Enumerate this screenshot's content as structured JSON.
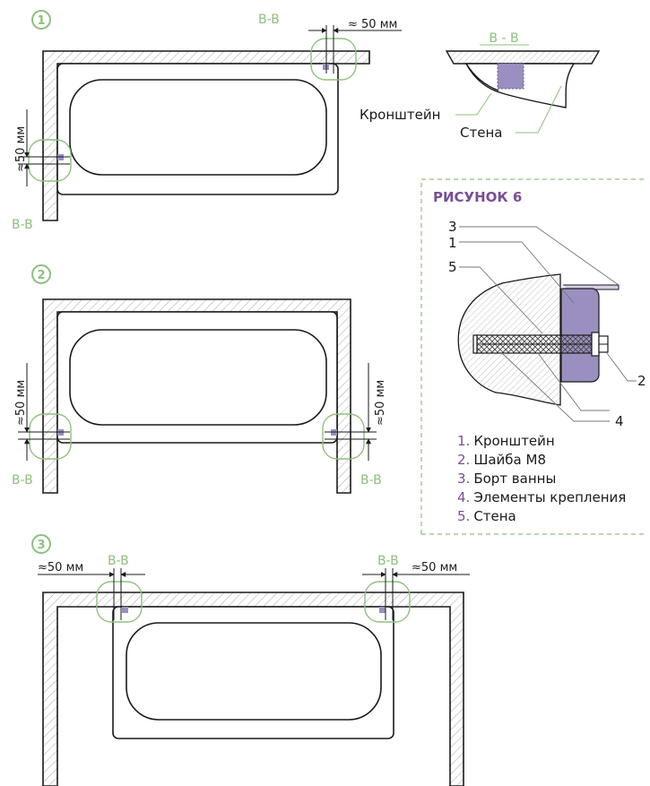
{
  "colors": {
    "green": "#8dc07e",
    "purple": "#7a4e96",
    "bracket": "#9b8fc0",
    "line": "#1a1a1a",
    "hatch": "#9a9a9a",
    "dash": "#8dc07e"
  },
  "scheme1": {
    "number": "1",
    "section_top": "B-B",
    "section_left": "B-B",
    "dim_top": "≈ 50 мм",
    "dim_left": "≈50 мм"
  },
  "section_bb": {
    "title": "B - B",
    "label_bracket": "Кронштейн",
    "label_wall": "Стена"
  },
  "figure6": {
    "title": "РИСУНОК 6",
    "callouts": [
      "3",
      "1",
      "5",
      "2",
      "4"
    ],
    "legend": [
      {
        "num": "1.",
        "text": "Кронштейн"
      },
      {
        "num": "2.",
        "text": "Шайба М8"
      },
      {
        "num": "3.",
        "text": "Борт ванны"
      },
      {
        "num": "4.",
        "text": "Элементы крепления"
      },
      {
        "num": "5.",
        "text": "Стена"
      }
    ]
  },
  "scheme2": {
    "number": "2",
    "section_left": "B-B",
    "section_right": "B-B",
    "dim_left": "≈50 мм",
    "dim_right": "≈50 мм"
  },
  "scheme3": {
    "number": "3",
    "section_left": "B-B",
    "section_right": "B-B",
    "dim_left": "≈50 мм",
    "dim_right": "≈50 мм"
  }
}
